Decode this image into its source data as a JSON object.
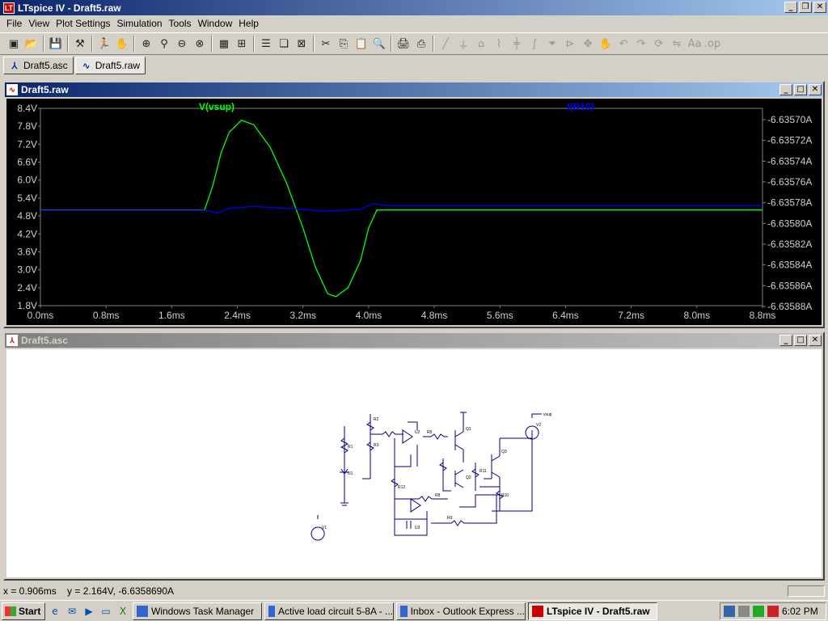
{
  "app": {
    "title": "LTspice IV - Draft5.raw"
  },
  "menu": [
    "File",
    "View",
    "Plot Settings",
    "Simulation",
    "Tools",
    "Window",
    "Help"
  ],
  "toolbar_icons": [
    "new-schematic-icon",
    "open-icon",
    "save-icon",
    "control-panel-icon",
    "run-icon",
    "halt-icon",
    "zoom-in-icon",
    "zoom-pan-icon",
    "zoom-out-icon",
    "zoom-cancel-icon",
    "autorange-icon",
    "zoom-full-icon",
    "tile-horizontal-icon",
    "cascade-icon",
    "close-all-icon",
    "cut-icon",
    "copy-icon",
    "paste-icon",
    "find-icon",
    "print-preview-icon",
    "print-icon",
    "wire-icon",
    "ground-icon",
    "label-icon",
    "resistor-icon",
    "capacitor-icon",
    "inductor-icon",
    "diode-icon",
    "component-icon",
    "move-icon",
    "drag-icon",
    "undo-icon",
    "redo-icon",
    "rotate-icon",
    "mirror-icon",
    "text-icon",
    "spice-directive-icon"
  ],
  "tabs": [
    {
      "label": "Draft5.asc",
      "active": false
    },
    {
      "label": "Draft5.raw",
      "active": true
    }
  ],
  "plot_window": {
    "title": "Draft5.raw"
  },
  "schematic_window": {
    "title": "Draft5.asc"
  },
  "chart_data": {
    "type": "line",
    "x_axis": {
      "min": 0,
      "max": 8.8,
      "ticks": [
        "0.0ms",
        "0.8ms",
        "1.6ms",
        "2.4ms",
        "3.2ms",
        "4.0ms",
        "4.8ms",
        "5.6ms",
        "6.4ms",
        "7.2ms",
        "8.0ms",
        "8.8ms"
      ]
    },
    "y_left": {
      "min": 1.8,
      "max": 8.4,
      "ticks": [
        "8.4V",
        "7.8V",
        "7.2V",
        "6.6V",
        "6.0V",
        "5.4V",
        "4.8V",
        "4.2V",
        "3.6V",
        "3.0V",
        "2.4V",
        "1.8V"
      ]
    },
    "y_right": {
      "min": -6.63588,
      "max": -6.63568,
      "ticks": [
        "-6.63570A",
        "-6.63572A",
        "-6.63574A",
        "-6.63576A",
        "-6.63578A",
        "-6.63580A",
        "-6.63582A",
        "-6.63584A",
        "-6.63586A",
        "-6.63588A"
      ]
    },
    "series": [
      {
        "name": "V(vsup)",
        "color": "#00ff00",
        "axis": "left",
        "points": [
          [
            0,
            5.0
          ],
          [
            2.0,
            5.0
          ],
          [
            2.1,
            5.8
          ],
          [
            2.2,
            6.9
          ],
          [
            2.3,
            7.6
          ],
          [
            2.45,
            8.0
          ],
          [
            2.6,
            7.85
          ],
          [
            2.8,
            7.1
          ],
          [
            3.0,
            5.9
          ],
          [
            3.2,
            4.4
          ],
          [
            3.35,
            3.1
          ],
          [
            3.5,
            2.2
          ],
          [
            3.6,
            2.1
          ],
          [
            3.75,
            2.4
          ],
          [
            3.9,
            3.3
          ],
          [
            4.0,
            4.4
          ],
          [
            4.1,
            5.0
          ],
          [
            8.8,
            5.0
          ]
        ]
      },
      {
        "name": "I(R10)",
        "color": "#0000ff",
        "axis": "right",
        "points": [
          [
            0,
            -6.635777
          ],
          [
            2.0,
            -6.635777
          ],
          [
            2.15,
            -6.63578
          ],
          [
            2.3,
            -6.635775
          ],
          [
            2.6,
            -6.635773
          ],
          [
            3.0,
            -6.635775
          ],
          [
            3.5,
            -6.635778
          ],
          [
            3.9,
            -6.635776
          ],
          [
            4.05,
            -6.63577
          ],
          [
            4.2,
            -6.635772
          ],
          [
            8.8,
            -6.635772
          ]
        ]
      }
    ]
  },
  "status": {
    "cursor": "x = 0.906ms    y = 2.164V, -6.6358690A"
  },
  "taskbar": {
    "start_label": "Start",
    "tasks": [
      {
        "label": "Windows Task Manager",
        "active": false
      },
      {
        "label": "Active load circuit 5-8A - ...",
        "active": false
      },
      {
        "label": "Inbox - Outlook Express ...",
        "active": false
      },
      {
        "label": "LTspice IV - Draft5.raw",
        "active": true
      }
    ],
    "clock": "6:02 PM"
  }
}
